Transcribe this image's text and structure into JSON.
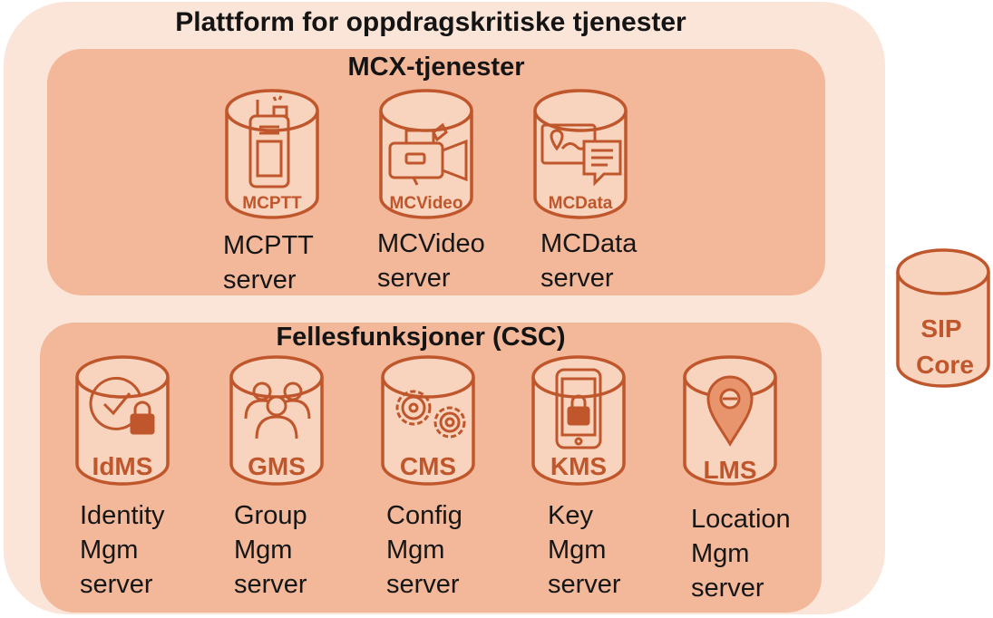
{
  "platform": {
    "title": "Plattform for oppdragskritiske tjenester"
  },
  "mcx": {
    "title": "MCX-tjenester",
    "services": [
      {
        "id": "mcptt",
        "icon": "walkie-talkie-icon",
        "badge": "MCPTT",
        "label_lines": [
          "MCPTT",
          "server"
        ]
      },
      {
        "id": "mcvideo",
        "icon": "video-camera-icon",
        "badge": "MCVideo",
        "label_lines": [
          "MCVideo",
          "server"
        ]
      },
      {
        "id": "mcdata",
        "icon": "data-message-icon",
        "badge": "MCData",
        "label_lines": [
          "MCData",
          "server"
        ]
      }
    ]
  },
  "csc": {
    "title": "Fellesfunksjoner (CSC)",
    "services": [
      {
        "id": "idms",
        "icon": "check-lock-icon",
        "badge": "IdMS",
        "label_lines": [
          "Identity",
          "Mgm",
          "server"
        ]
      },
      {
        "id": "gms",
        "icon": "user-group-icon",
        "badge": "GMS",
        "label_lines": [
          "Group",
          "Mgm",
          "server"
        ]
      },
      {
        "id": "cms",
        "icon": "gears-icon",
        "badge": "CMS",
        "label_lines": [
          "Config",
          "Mgm",
          "server"
        ]
      },
      {
        "id": "kms",
        "icon": "phone-lock-icon",
        "badge": "KMS",
        "label_lines": [
          "Key",
          "Mgm",
          "server"
        ]
      },
      {
        "id": "lms",
        "icon": "location-pin-icon",
        "badge": "LMS",
        "label_lines": [
          "Location",
          "Mgm",
          "server"
        ]
      }
    ]
  },
  "sip": {
    "label_lines": [
      "SIP",
      "Core"
    ]
  },
  "colors": {
    "outer": "#fbe5d8",
    "panel": "#f3b899",
    "cylinder_fill": "#f8d4bf",
    "cylinder_stroke": "#c0562b",
    "icon": "#c0562b",
    "text": "#161616"
  }
}
